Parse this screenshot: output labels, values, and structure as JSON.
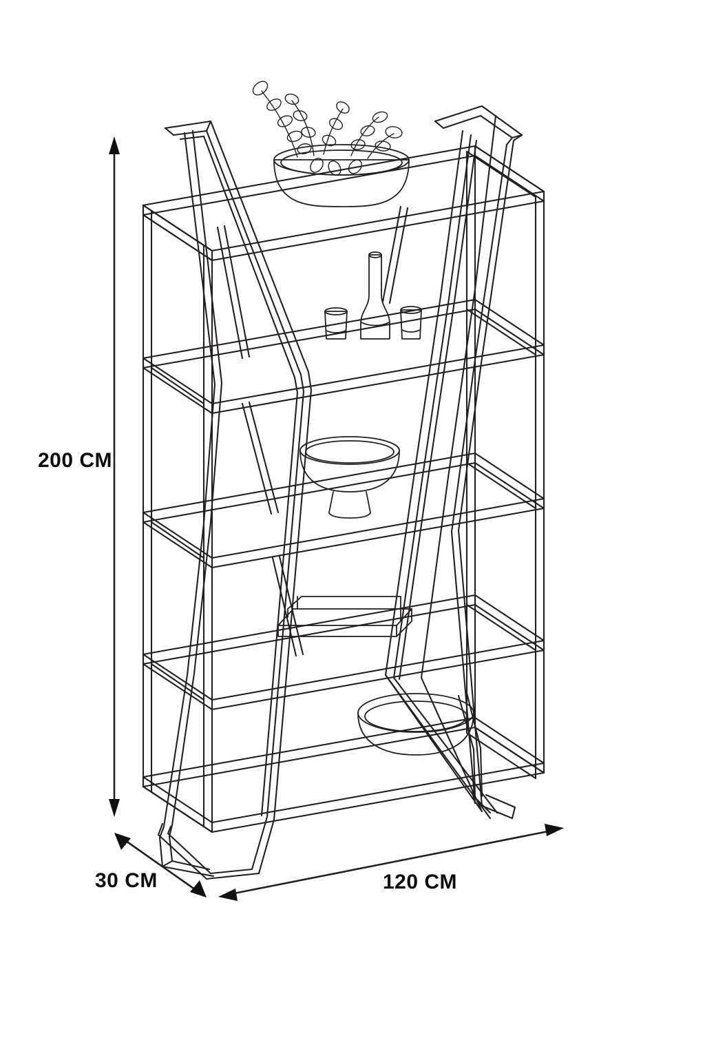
{
  "document": {
    "type": "product-dimension-diagram",
    "subject": "5-tier ladder bookshelf with metal frame",
    "background_color": "#ffffff",
    "line_color": "#231f20"
  },
  "dimensions": {
    "height": {
      "label": "200 CM",
      "value": 200,
      "unit": "CM",
      "axis": "vertical"
    },
    "depth": {
      "label": "30 CM",
      "value": 30,
      "unit": "CM",
      "axis": "depth"
    },
    "width": {
      "label": "120 CM",
      "value": 120,
      "unit": "CM",
      "axis": "horizontal"
    }
  },
  "furniture": {
    "name": "ladder-bookshelf",
    "shelf_count": 5,
    "frame_style": "slanted-ladder-legs",
    "decor_items": [
      {
        "name": "plant-bowl",
        "shelf": 1,
        "description": "wide shallow bowl with trailing eucalyptus sprigs"
      },
      {
        "name": "tall-vase",
        "shelf": 2,
        "description": "tall narrow-neck bottle vase"
      },
      {
        "name": "cup-left",
        "shelf": 2,
        "description": "small tapered cup"
      },
      {
        "name": "cup-right",
        "shelf": 2,
        "description": "small tapered cup"
      },
      {
        "name": "footed-bowl",
        "shelf": 3,
        "description": "pedestal compote bowl"
      },
      {
        "name": "book-stack",
        "shelf": 4,
        "description": "two stacked hardcover books"
      },
      {
        "name": "shallow-bowl",
        "shelf": 5,
        "description": "wide shallow round bowl"
      }
    ]
  }
}
